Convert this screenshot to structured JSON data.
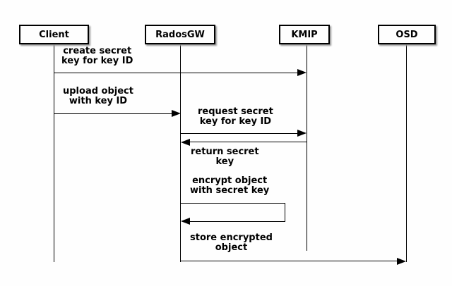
{
  "diagram": {
    "kind": "sequence-diagram",
    "colors": {
      "background": "#fefefe",
      "line": "#000000",
      "box_fill": "#fefefe",
      "box_border": "#000000",
      "shadow": "#9a9a9a",
      "text": "#000000"
    },
    "participants": [
      {
        "name": "Client"
      },
      {
        "name": "RadosGW"
      },
      {
        "name": "KMIP"
      },
      {
        "name": "OSD"
      }
    ],
    "messages": [
      {
        "from": "Client",
        "to": "KMIP",
        "label": "create secret\nkey for key ID"
      },
      {
        "from": "Client",
        "to": "RadosGW",
        "label": "upload object\nwith key ID"
      },
      {
        "from": "RadosGW",
        "to": "KMIP",
        "label": "request secret\nkey for key ID"
      },
      {
        "from": "KMIP",
        "to": "RadosGW",
        "label": "return secret\nkey"
      },
      {
        "from": "RadosGW",
        "to": "RadosGW",
        "label": "encrypt object\nwith secret key"
      },
      {
        "from": "RadosGW",
        "to": "OSD",
        "label": "store encrypted\nobject"
      }
    ]
  }
}
